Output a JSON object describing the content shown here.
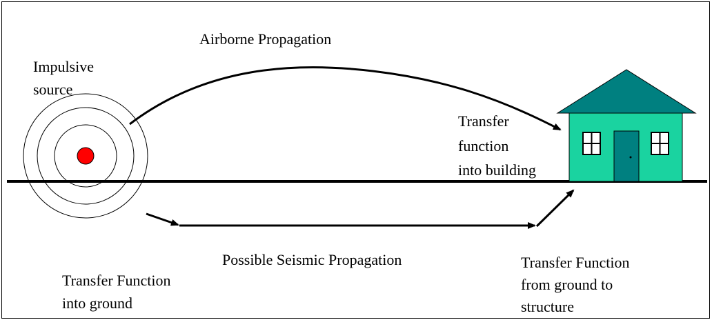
{
  "labels": {
    "impulsive": "Impulsive",
    "source": "source",
    "airborne": "Airborne Propagation",
    "transfer": "Transfer",
    "function": "function",
    "into_building": "into building",
    "seismic": "Possible Seismic Propagation",
    "tf_ground_1": "Transfer Function",
    "tf_ground_2": "into ground",
    "tf_struct_1": "Transfer Function",
    "tf_struct_2": "from ground to",
    "tf_struct_3": "structure"
  },
  "colors": {
    "source_dot": "#ff0000",
    "roof": "#008080",
    "house_wall": "#1ad3a0",
    "door": "#008080",
    "line": "#000000"
  },
  "icons": [
    "impulse-source-rings",
    "house-icon",
    "arrow-icon"
  ]
}
